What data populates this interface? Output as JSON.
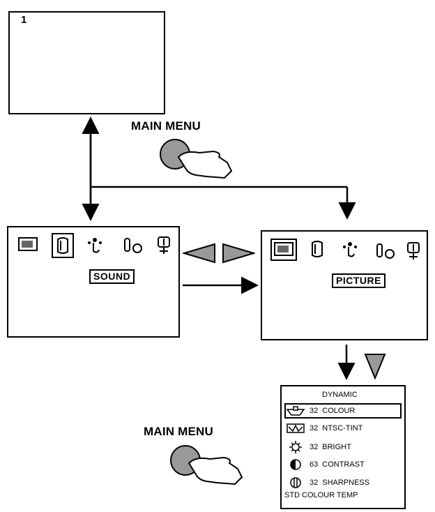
{
  "top_screen": {
    "step": "1"
  },
  "main_menu_label_top": "MAIN MENU",
  "main_menu_label_bottom": "MAIN MENU",
  "sound_screen": {
    "label": "SOUND"
  },
  "picture_screen": {
    "label": "PICTURE"
  },
  "icons": [
    "picture-icon",
    "sound-icon",
    "timer-icon",
    "temperature-icon",
    "setup-icon"
  ],
  "dynamic_menu": {
    "title": "DYNAMIC",
    "items": [
      {
        "value": "32",
        "label": "COLOUR",
        "icon": "colour-icon"
      },
      {
        "value": "32",
        "label": "NTSC-TINT",
        "icon": "tint-icon"
      },
      {
        "value": "32",
        "label": "BRIGHT",
        "icon": "bright-icon"
      },
      {
        "value": "63",
        "label": "CONTRAST",
        "icon": "contrast-icon"
      },
      {
        "value": "32",
        "label": "SHARPNESS",
        "icon": "sharpness-icon"
      }
    ],
    "footer_prefix": "STD",
    "footer_label": "COLOUR TEMP"
  }
}
